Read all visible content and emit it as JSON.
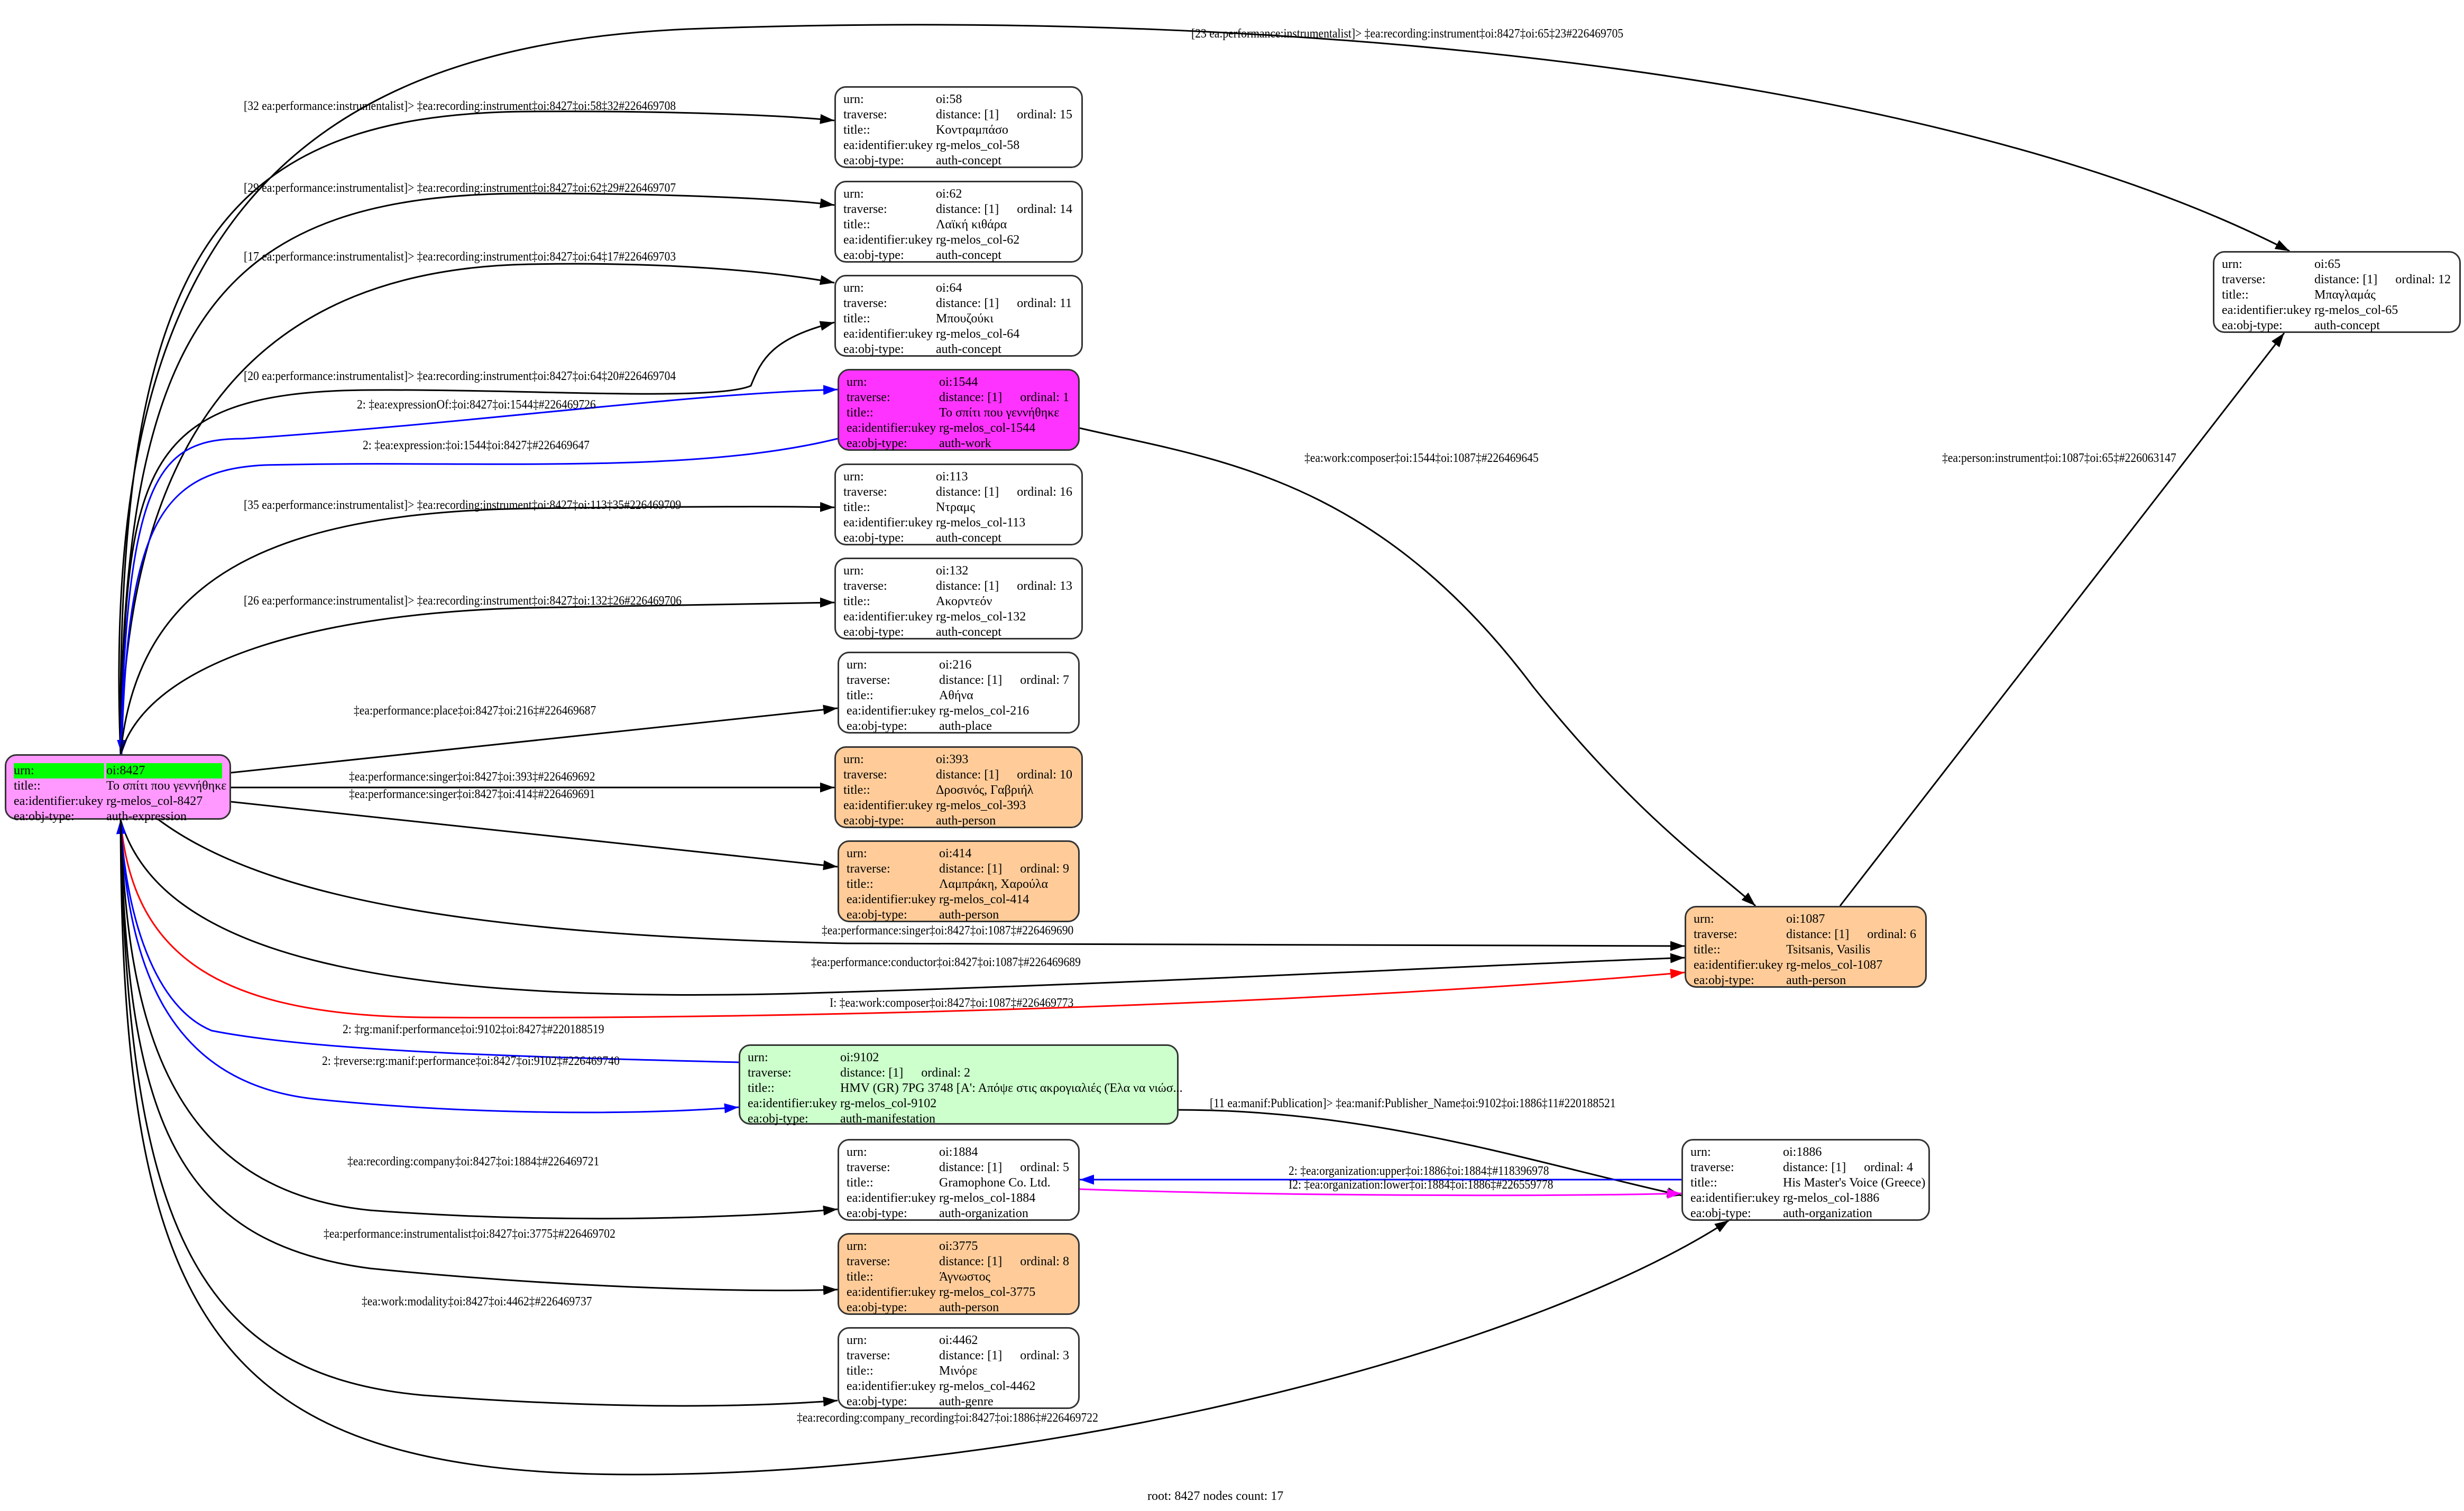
{
  "fields": {
    "urn": "urn:",
    "traverse": "traverse:",
    "title": "title::",
    "ukey": "ea:identifier:ukey",
    "obj_type": "ea:obj-type:",
    "distance": "distance:",
    "ordinal": "ordinal:"
  },
  "colors": {
    "root_fill": "#ff99ff",
    "root_urn_highlight": "#00ff00",
    "work_fill": "#ff33ff",
    "person_fill": "#ffcc99",
    "manifestation_fill": "#ccffcc",
    "default_fill": "#ffffff"
  },
  "nodes": [
    {
      "id": "8427",
      "urn": "oi:8427",
      "title": "Το σπίτι που γεννήθηκε",
      "ukey": "rg-melos_col-8427",
      "obj_type": "auth-expression",
      "fill": "#ff99ff",
      "root": true
    },
    {
      "id": "58",
      "urn": "oi:58",
      "distance": "[1]",
      "ordinal": "15",
      "title": "Κοντραμπάσο",
      "ukey": "rg-melos_col-58",
      "obj_type": "auth-concept",
      "fill": "#ffffff"
    },
    {
      "id": "62",
      "urn": "oi:62",
      "distance": "[1]",
      "ordinal": "14",
      "title": "Λαϊκή κιθάρα",
      "ukey": "rg-melos_col-62",
      "obj_type": "auth-concept",
      "fill": "#ffffff"
    },
    {
      "id": "64",
      "urn": "oi:64",
      "distance": "[1]",
      "ordinal": "11",
      "title": "Μπουζούκι",
      "ukey": "rg-melos_col-64",
      "obj_type": "auth-concept",
      "fill": "#ffffff"
    },
    {
      "id": "1544",
      "urn": "oi:1544",
      "distance": "[1]",
      "ordinal": "1",
      "title": "Το σπίτι που γεννήθηκε",
      "ukey": "rg-melos_col-1544",
      "obj_type": "auth-work",
      "fill": "#ff33ff"
    },
    {
      "id": "113",
      "urn": "oi:113",
      "distance": "[1]",
      "ordinal": "16",
      "title": "Ντραμς",
      "ukey": "rg-melos_col-113",
      "obj_type": "auth-concept",
      "fill": "#ffffff"
    },
    {
      "id": "132",
      "urn": "oi:132",
      "distance": "[1]",
      "ordinal": "13",
      "title": "Ακορντεόν",
      "ukey": "rg-melos_col-132",
      "obj_type": "auth-concept",
      "fill": "#ffffff"
    },
    {
      "id": "216",
      "urn": "oi:216",
      "distance": "[1]",
      "ordinal": "7",
      "title": "Αθήνα",
      "ukey": "rg-melos_col-216",
      "obj_type": "auth-place",
      "fill": "#ffffff"
    },
    {
      "id": "393",
      "urn": "oi:393",
      "distance": "[1]",
      "ordinal": "10",
      "title": "Δροσινός, Γαβριήλ",
      "ukey": "rg-melos_col-393",
      "obj_type": "auth-person",
      "fill": "#ffcc99"
    },
    {
      "id": "414",
      "urn": "oi:414",
      "distance": "[1]",
      "ordinal": "9",
      "title": "Λαμπράκη, Χαρούλα",
      "ukey": "rg-melos_col-414",
      "obj_type": "auth-person",
      "fill": "#ffcc99"
    },
    {
      "id": "1087",
      "urn": "oi:1087",
      "distance": "[1]",
      "ordinal": "6",
      "title": "Tsitsanis, Vasilis",
      "ukey": "rg-melos_col-1087",
      "obj_type": "auth-person",
      "fill": "#ffcc99"
    },
    {
      "id": "9102",
      "urn": "oi:9102",
      "distance": "[1]",
      "ordinal": "2",
      "title": "HMV (GR) 7PG 3748 [Α': Απόψε στις ακρογιαλιές (Έλα να νιώσ...",
      "ukey": "rg-melos_col-9102",
      "obj_type": "auth-manifestation",
      "fill": "#ccffcc"
    },
    {
      "id": "1884",
      "urn": "oi:1884",
      "distance": "[1]",
      "ordinal": "5",
      "title": "Gramophone Co. Ltd.",
      "ukey": "rg-melos_col-1884",
      "obj_type": "auth-organization",
      "fill": "#ffffff"
    },
    {
      "id": "3775",
      "urn": "oi:3775",
      "distance": "[1]",
      "ordinal": "8",
      "title": "Άγνωστος",
      "ukey": "rg-melos_col-3775",
      "obj_type": "auth-person",
      "fill": "#ffcc99"
    },
    {
      "id": "4462",
      "urn": "oi:4462",
      "distance": "[1]",
      "ordinal": "3",
      "title": "Μινόρε",
      "ukey": "rg-melos_col-4462",
      "obj_type": "auth-genre",
      "fill": "#ffffff"
    },
    {
      "id": "1886",
      "urn": "oi:1886",
      "distance": "[1]",
      "ordinal": "4",
      "title": "His Master's Voice (Greece)",
      "ukey": "rg-melos_col-1886",
      "obj_type": "auth-organization",
      "fill": "#ffffff"
    },
    {
      "id": "65",
      "urn": "oi:65",
      "distance": "[1]",
      "ordinal": "12",
      "title": "Μπαγλαμάς",
      "ukey": "rg-melos_col-65",
      "obj_type": "auth-concept",
      "fill": "#ffffff"
    }
  ],
  "edges": [
    {
      "from": "8427",
      "to": "65",
      "color": "#000000",
      "label": "[23 ea:performance:instrumentalist]> ‡ea:recording:instrument‡oi:8427‡oi:65‡23#226469705"
    },
    {
      "from": "8427",
      "to": "58",
      "color": "#000000",
      "label": "[32 ea:performance:instrumentalist]> ‡ea:recording:instrument‡oi:8427‡oi:58‡32#226469708"
    },
    {
      "from": "8427",
      "to": "62",
      "color": "#000000",
      "label": "[29 ea:performance:instrumentalist]> ‡ea:recording:instrument‡oi:8427‡oi:62‡29#226469707"
    },
    {
      "from": "8427",
      "to": "64",
      "color": "#000000",
      "label": "[17 ea:performance:instrumentalist]> ‡ea:recording:instrument‡oi:8427‡oi:64‡17#226469703"
    },
    {
      "from": "8427",
      "to": "64",
      "color": "#000000",
      "label": "[20 ea:performance:instrumentalist]> ‡ea:recording:instrument‡oi:8427‡oi:64‡20#226469704"
    },
    {
      "from": "8427",
      "to": "1544",
      "color": "#0000ff",
      "label": "2: ‡ea:expressionOf:‡oi:8427‡oi:1544‡#226469726"
    },
    {
      "from": "1544",
      "to": "8427",
      "color": "#0000ff",
      "label": "2: ‡ea:expression:‡oi:1544‡oi:8427‡#226469647"
    },
    {
      "from": "8427",
      "to": "113",
      "color": "#000000",
      "label": "[35 ea:performance:instrumentalist]> ‡ea:recording:instrument‡oi:8427‡oi:113‡35#226469709"
    },
    {
      "from": "8427",
      "to": "132",
      "color": "#000000",
      "label": "[26 ea:performance:instrumentalist]> ‡ea:recording:instrument‡oi:8427‡oi:132‡26#226469706"
    },
    {
      "from": "8427",
      "to": "216",
      "color": "#000000",
      "label": "‡ea:performance:place‡oi:8427‡oi:216‡#226469687"
    },
    {
      "from": "8427",
      "to": "393",
      "color": "#000000",
      "label": "‡ea:performance:singer‡oi:8427‡oi:393‡#226469692"
    },
    {
      "from": "8427",
      "to": "414",
      "color": "#000000",
      "label": "‡ea:performance:singer‡oi:8427‡oi:414‡#226469691"
    },
    {
      "from": "1544",
      "to": "1087",
      "color": "#000000",
      "label": "‡ea:work:composer‡oi:1544‡oi:1087‡#226469645"
    },
    {
      "from": "1087",
      "to": "65",
      "color": "#000000",
      "label": "‡ea:person:instrument‡oi:1087‡oi:65‡#226063147"
    },
    {
      "from": "8427",
      "to": "1087",
      "color": "#000000",
      "label": "‡ea:performance:singer‡oi:8427‡oi:1087‡#226469690"
    },
    {
      "from": "8427",
      "to": "1087",
      "color": "#000000",
      "label": "‡ea:performance:conductor‡oi:8427‡oi:1087‡#226469689"
    },
    {
      "from": "8427",
      "to": "1087",
      "color": "#ff0000",
      "label": "I: ‡ea:work:composer‡oi:8427‡oi:1087‡#226469773"
    },
    {
      "from": "9102",
      "to": "8427",
      "color": "#0000ff",
      "label": "2: ‡rg:manif:performance‡oi:9102‡oi:8427‡#220188519"
    },
    {
      "from": "8427",
      "to": "9102",
      "color": "#0000ff",
      "label": "2: ‡reverse:rg:manif:performance‡oi:8427‡oi:9102‡#226469740"
    },
    {
      "from": "8427",
      "to": "1884",
      "color": "#000000",
      "label": "‡ea:recording:company‡oi:8427‡oi:1884‡#226469721"
    },
    {
      "from": "9102",
      "to": "1886",
      "color": "#000000",
      "label": "[11 ea:manif:Publication]> ‡ea:manif:Publisher_Name‡oi:9102‡oi:1886‡11#220188521"
    },
    {
      "from": "1886",
      "to": "1884",
      "color": "#0000ff",
      "label": "2: ‡ea:organization:upper‡oi:1886‡oi:1884‡#118396978"
    },
    {
      "from": "1884",
      "to": "1886",
      "color": "#ff00ff",
      "label": "I2: ‡ea:organization:lower‡oi:1884‡oi:1886‡#226559778"
    },
    {
      "from": "8427",
      "to": "3775",
      "color": "#000000",
      "label": "‡ea:performance:instrumentalist‡oi:8427‡oi:3775‡#226469702"
    },
    {
      "from": "8427",
      "to": "4462",
      "color": "#000000",
      "label": "‡ea:work:modality‡oi:8427‡oi:4462‡#226469737"
    },
    {
      "from": "8427",
      "to": "1886",
      "color": "#000000",
      "label": "‡ea:recording:company_recording‡oi:8427‡oi:1886‡#226469722"
    }
  ],
  "footer": "root: 8427 nodes count: 17"
}
